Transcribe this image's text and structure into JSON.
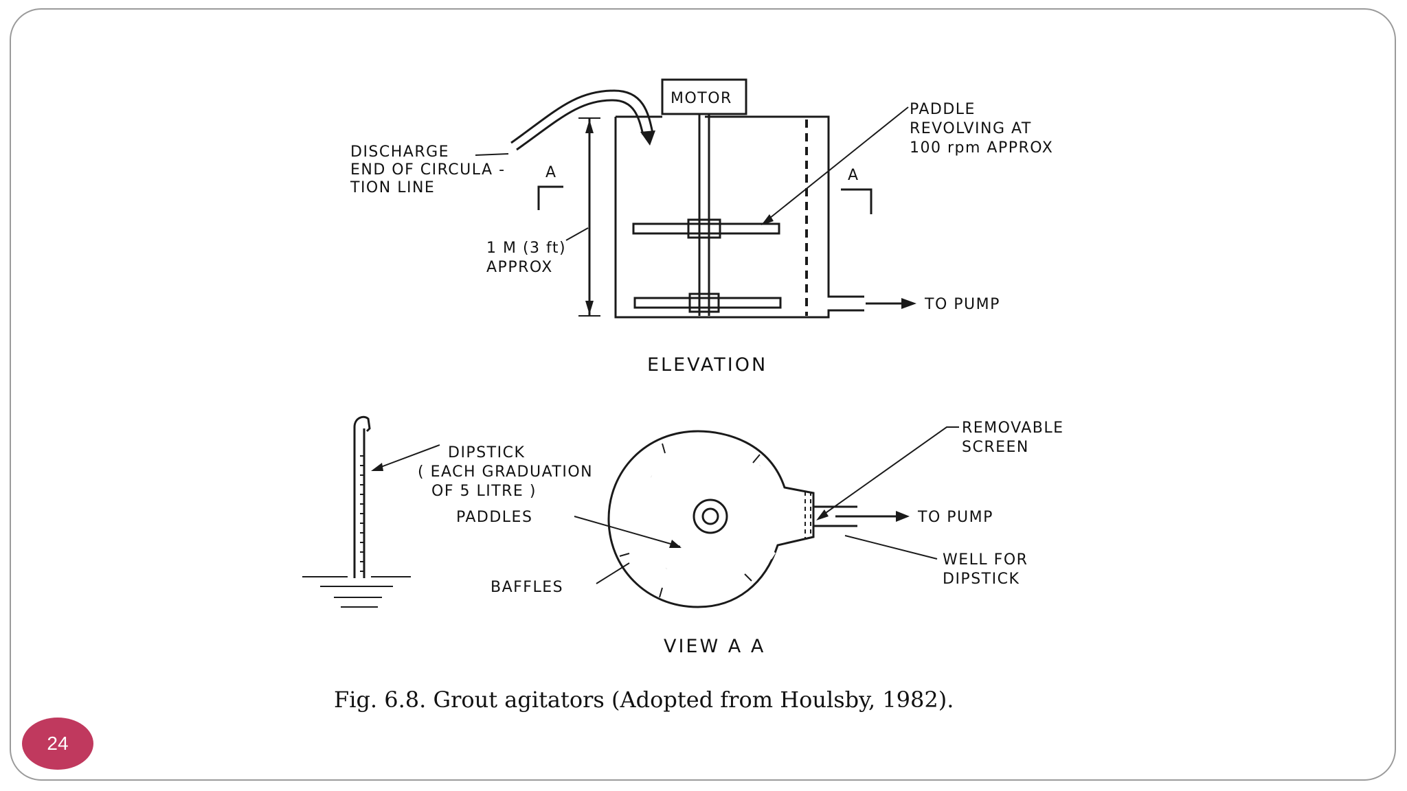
{
  "slide": {
    "page_number": "24",
    "caption": "Fig. 6.8. Grout agitators (Adopted from Houlsby, 1982)."
  },
  "elevation": {
    "title": "ELEVATION",
    "motor_label": "MOTOR",
    "discharge_label": [
      "DISCHARGE",
      "END OF CIRCULA -",
      "TION LINE"
    ],
    "height_label": [
      "1 M (3 ft)",
      "APPROX"
    ],
    "paddle_label": [
      "PADDLE",
      "REVOLVING AT",
      "100 rpm APPROX"
    ],
    "section_marker_left": "A",
    "section_marker_right": "A",
    "outlet_label": "TO PUMP"
  },
  "plan": {
    "title": "VIEW A A",
    "dipstick_label": [
      "DIPSTICK",
      "( EACH GRADUATION",
      "OF 5 LITRE )"
    ],
    "paddles_label": "PADDLES",
    "baffles_label": "BAFFLES",
    "screen_label": [
      "REMOVABLE",
      "SCREEN"
    ],
    "outlet_label": "TO PUMP",
    "well_label": [
      "WELL FOR",
      "DIPSTICK"
    ]
  }
}
